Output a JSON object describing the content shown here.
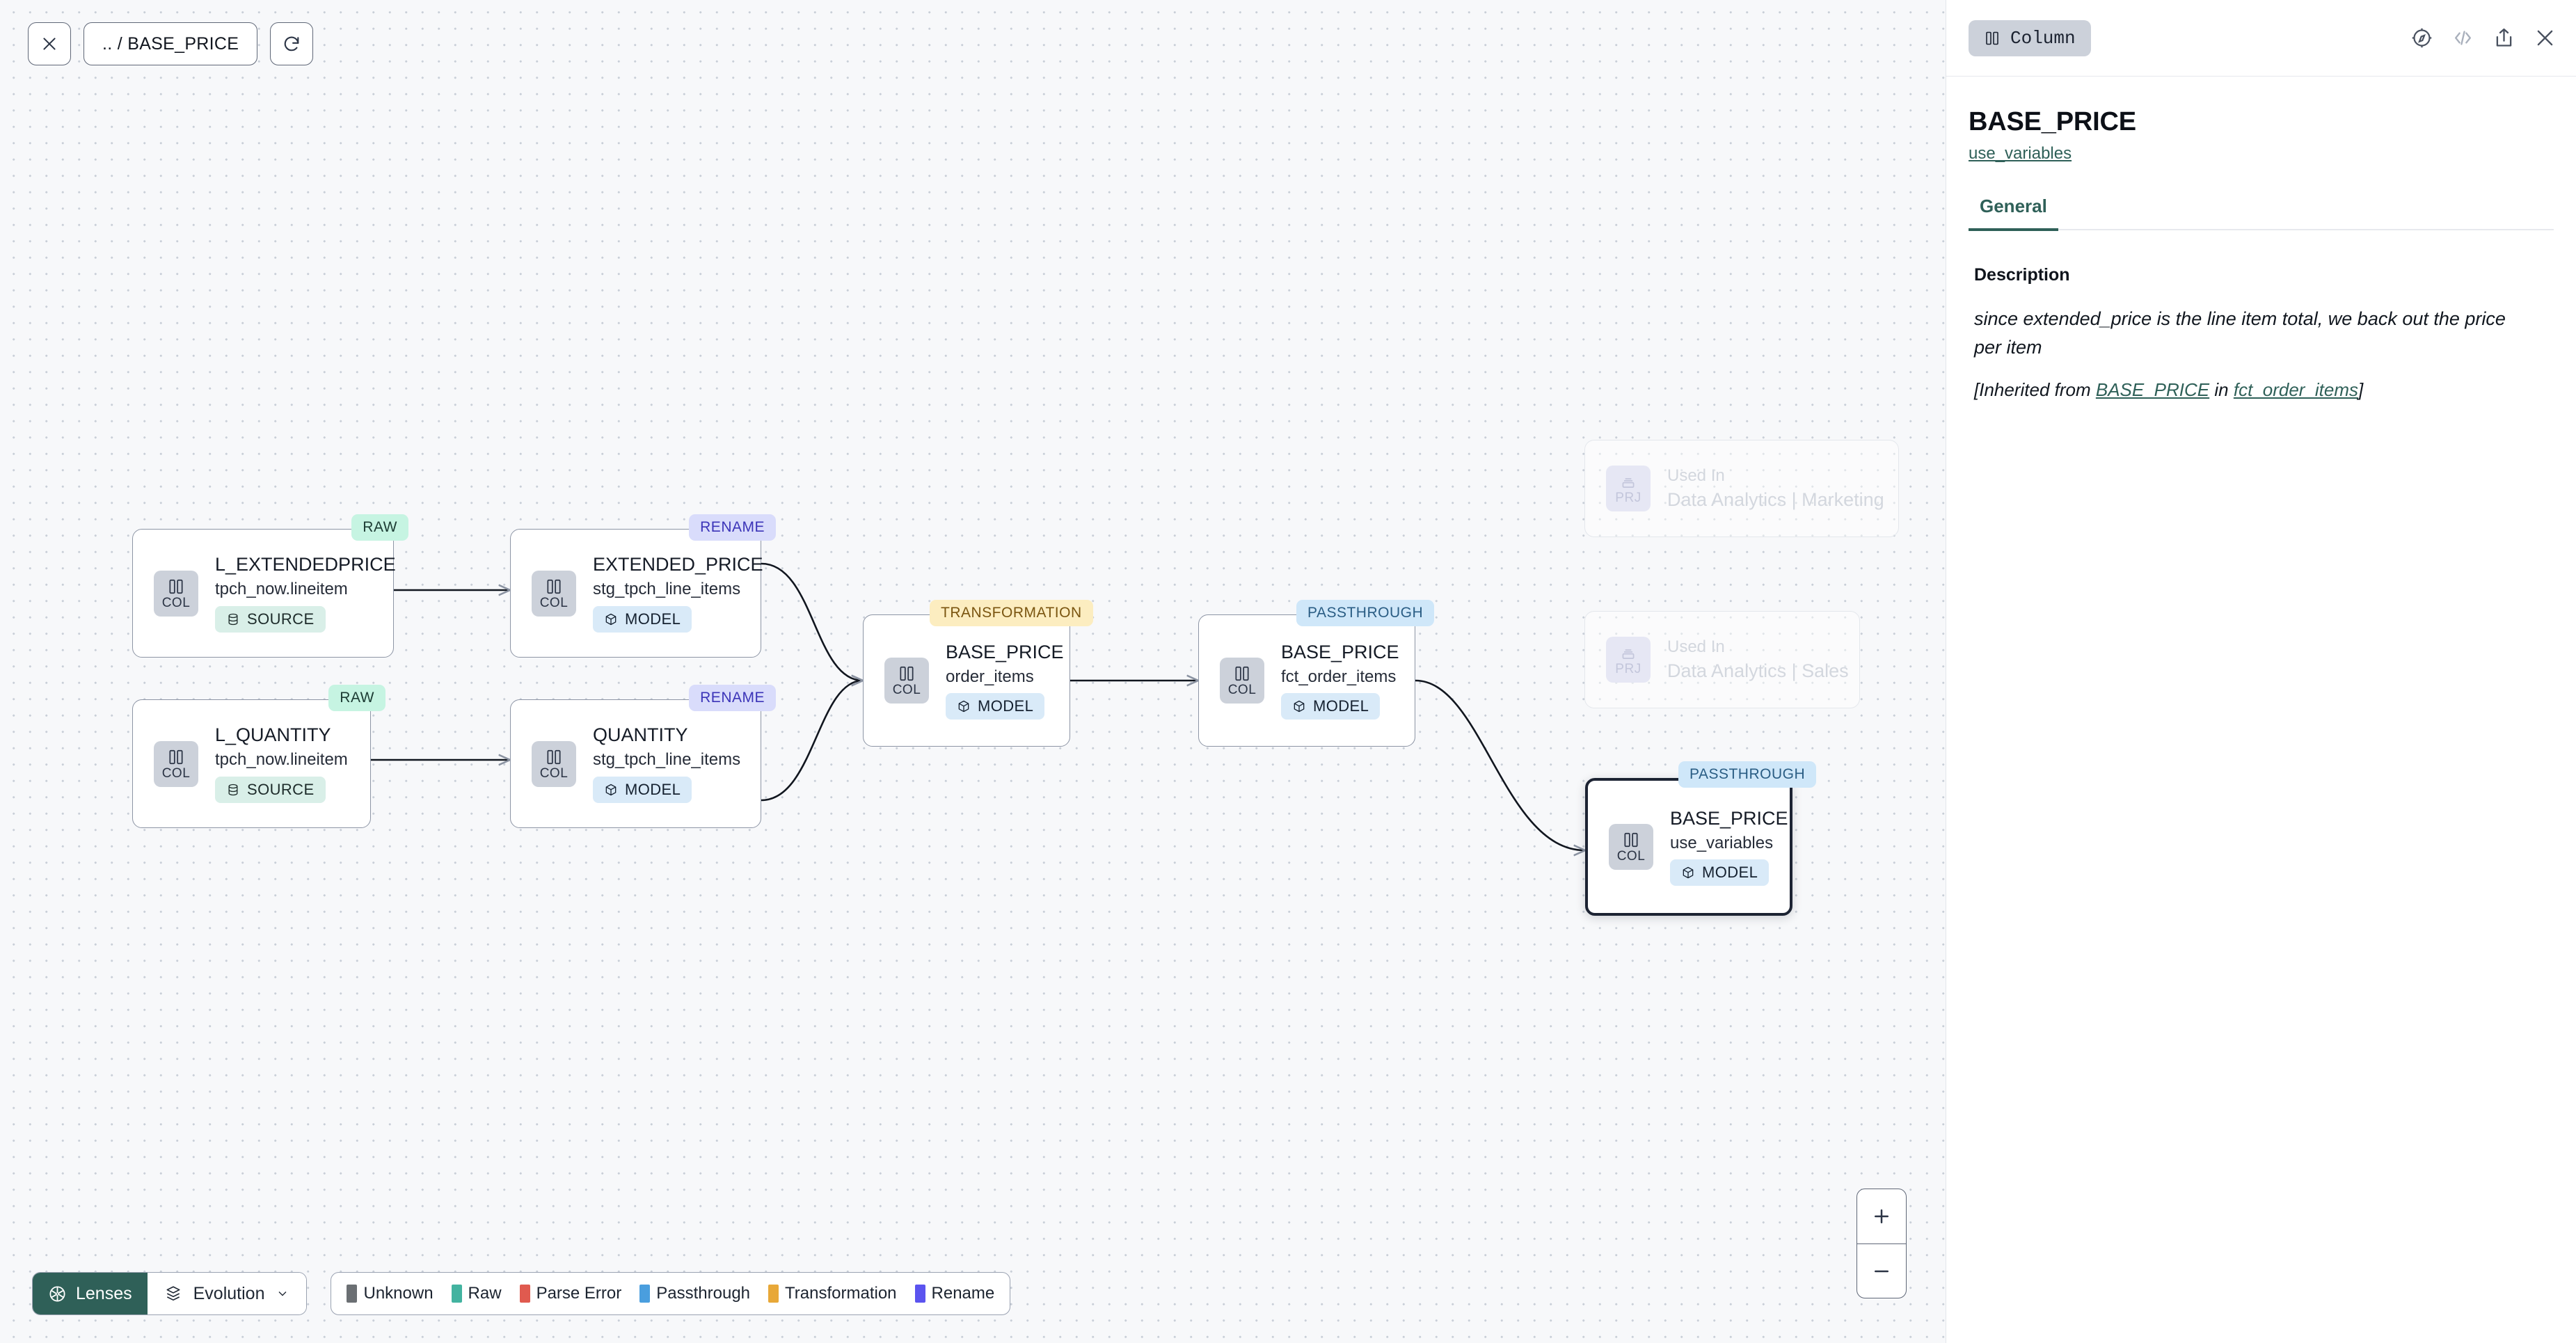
{
  "toolbar": {
    "close_label": "×",
    "breadcrumb": ".. / BASE_PRICE",
    "refresh_label": "refresh"
  },
  "graph": {
    "nodes": [
      {
        "name": "L_EXTENDEDPRICE",
        "subtitle": "tpch_now.lineitem",
        "type": "COL",
        "chip": "SOURCE",
        "badge": "RAW"
      },
      {
        "name": "L_QUANTITY",
        "subtitle": "tpch_now.lineitem",
        "type": "COL",
        "chip": "SOURCE",
        "badge": "RAW"
      },
      {
        "name": "EXTENDED_PRICE",
        "subtitle": "stg_tpch_line_items",
        "type": "COL",
        "chip": "MODEL",
        "badge": "RENAME"
      },
      {
        "name": "QUANTITY",
        "subtitle": "stg_tpch_line_items",
        "type": "COL",
        "chip": "MODEL",
        "badge": "RENAME"
      },
      {
        "name": "BASE_PRICE",
        "subtitle": "order_items",
        "type": "COL",
        "chip": "MODEL",
        "badge": "TRANSFORMATION"
      },
      {
        "name": "BASE_PRICE",
        "subtitle": "fct_order_items",
        "type": "COL",
        "chip": "MODEL",
        "badge": "PASSTHROUGH"
      },
      {
        "name": "BASE_PRICE",
        "subtitle": "use_variables",
        "type": "COL",
        "chip": "MODEL",
        "badge": "PASSTHROUGH"
      }
    ],
    "used_in": [
      {
        "label": "Used In",
        "project": "Data Analytics | Marketing",
        "type": "PRJ"
      },
      {
        "label": "Used In",
        "project": "Data Analytics | Sales",
        "type": "PRJ"
      }
    ]
  },
  "bottom": {
    "lenses_label": "Lenses",
    "evolution_label": "Evolution",
    "legend": [
      {
        "label": "Unknown",
        "color": "#6b6f73"
      },
      {
        "label": "Raw",
        "color": "#43b3a0"
      },
      {
        "label": "Parse Error",
        "color": "#e05a4f"
      },
      {
        "label": "Passthrough",
        "color": "#4a9ede"
      },
      {
        "label": "Transformation",
        "color": "#e8a838"
      },
      {
        "label": "Rename",
        "color": "#5b54ef"
      }
    ],
    "zoom_in": "+",
    "zoom_out": "−"
  },
  "panel": {
    "type_badge": "Column",
    "title": "BASE_PRICE",
    "parent_link": "use_variables",
    "tabs": [
      {
        "label": "General"
      }
    ],
    "section_label": "Description",
    "description": "since extended_price is the line item total, we back out the price per item",
    "inherited_prefix": "[Inherited from ",
    "inherited_column": "BASE_PRICE",
    "inherited_mid": " in ",
    "inherited_model": "fct_order_items",
    "inherited_suffix": "]"
  },
  "colors": {
    "accent": "#2f6058",
    "selected_border": "#1c2333"
  }
}
